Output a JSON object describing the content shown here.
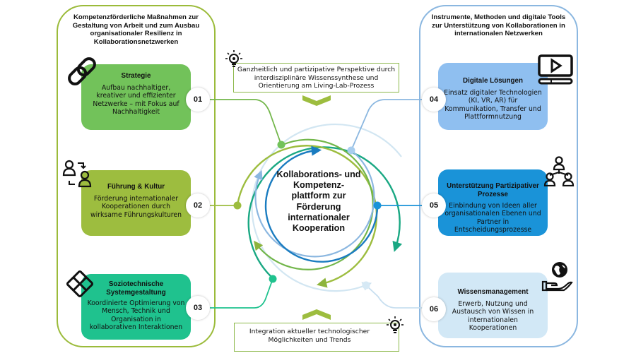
{
  "left_panel": {
    "title": "Kompetenzförderliche Maßnahmen zur Gestaltung von Arbeit und zum Ausbau organisationaler Resilienz in Kollaborationsnetzwerken",
    "cards": [
      {
        "number": "01",
        "title": "Strategie",
        "text": "Aufbau nachhaltiger, kreativer und effizienter Netzwerke – mit Fokus auf Nachhaltigkeit",
        "icon": "chain-link-icon",
        "color": "#72c25a"
      },
      {
        "number": "02",
        "title": "Führung & Kultur",
        "text": "Förderung internationaler Kooperationen durch wirksame Führungskulturen",
        "icon": "people-exchange-icon",
        "color": "#9dbd3f"
      },
      {
        "number": "03",
        "title": "Soziotechnische Systemgestaltung",
        "text": "Koordinierte Optimierung von Mensch, Technik und Organisation in kollaborativen Interaktionen",
        "icon": "puzzle-icon",
        "color": "#1fc28e"
      }
    ]
  },
  "right_panel": {
    "title": "Instrumente, Methoden und digitale Tools zur Unterstützung von Kollaborationen in internationalen Netzwerken",
    "cards": [
      {
        "number": "04",
        "title": "Digitale Lösungen",
        "text": "Einsatz digitaler Technologien (KI, VR, AR) für Kommunikation, Transfer und Plattformnutzung",
        "icon": "video-screen-icon",
        "color": "#8fbff0"
      },
      {
        "number": "05",
        "title": "Unterstützung Partizipativer Prozesse",
        "text": "Einbindung von Ideen aller organisationalen Ebenen und Partner in Entscheidungsprozesse",
        "icon": "network-people-icon",
        "color": "#1a93d8"
      },
      {
        "number": "06",
        "title": "Wissensmanagement",
        "text": "Erwerb, Nutzung und Austausch von Wissen in internationalen Kooperationen",
        "icon": "globe-hand-icon",
        "color": "#d2e8f6"
      }
    ]
  },
  "top_note": {
    "text": "Ganzheitlich und partizipative Perspektive durch interdisziplinäre Wissenssynthese und Orientierung am Living-Lab-Prozess",
    "icon": "lightbulb-icon"
  },
  "bottom_note": {
    "text": "Integration aktueller technologischer Möglichkeiten und Trends",
    "icon": "lightbulb-icon"
  },
  "center": {
    "title": "Kollaborations- und Kompetenz- plattform zur Förderung internationaler Kooperation"
  },
  "colors": {
    "left_border": "#9bbb3a",
    "right_border": "#8bb7e0",
    "chevron": "#9dbd3f"
  }
}
